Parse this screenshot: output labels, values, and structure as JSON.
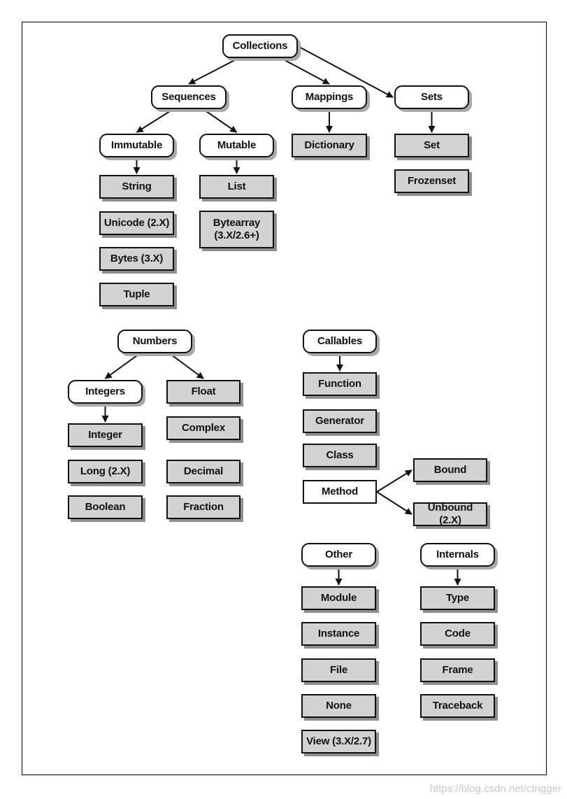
{
  "nodes": {
    "collections": "Collections",
    "sequences": "Sequences",
    "mappings": "Mappings",
    "sets": "Sets",
    "immutable": "Immutable",
    "mutable": "Mutable",
    "string": "String",
    "unicode": "Unicode (2.X)",
    "bytes": "Bytes (3.X)",
    "tuple": "Tuple",
    "list": "List",
    "bytearray": "Bytearray\n(3.X/2.6+)",
    "dictionary": "Dictionary",
    "set": "Set",
    "frozenset": "Frozenset",
    "numbers": "Numbers",
    "integers": "Integers",
    "float": "Float",
    "integer": "Integer",
    "long": "Long (2.X)",
    "boolean": "Boolean",
    "complex": "Complex",
    "decimal": "Decimal",
    "fraction": "Fraction",
    "callables": "Callables",
    "function": "Function",
    "generator": "Generator",
    "class": "Class",
    "method": "Method",
    "bound": "Bound",
    "unbound": "Unbound (2.X)",
    "other": "Other",
    "module": "Module",
    "instance": "Instance",
    "file": "File",
    "none": "None",
    "view": "View (3.X/2.7)",
    "internals": "Internals",
    "type": "Type",
    "code": "Code",
    "frame": "Frame",
    "traceback": "Traceback"
  },
  "edges": [
    [
      "collections",
      "sequences"
    ],
    [
      "collections",
      "mappings"
    ],
    [
      "collections",
      "sets"
    ],
    [
      "sequences",
      "immutable"
    ],
    [
      "sequences",
      "mutable"
    ],
    [
      "immutable",
      "string"
    ],
    [
      "mutable",
      "list"
    ],
    [
      "mappings",
      "dictionary"
    ],
    [
      "sets",
      "set"
    ],
    [
      "numbers",
      "integers"
    ],
    [
      "numbers",
      "float"
    ],
    [
      "integers",
      "integer"
    ],
    [
      "callables",
      "function"
    ],
    [
      "method",
      "bound"
    ],
    [
      "method",
      "unbound"
    ],
    [
      "other",
      "module"
    ],
    [
      "internals",
      "type"
    ]
  ],
  "watermark": "https://blog.csdn.net/ctrigger"
}
